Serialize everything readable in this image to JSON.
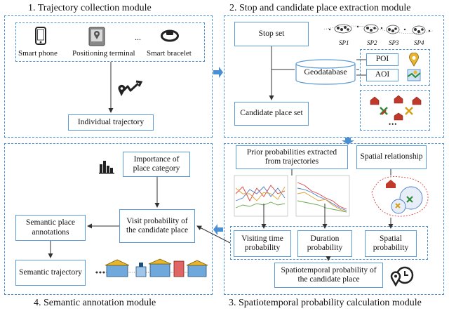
{
  "modules": {
    "m1_title": "1. Trajectory collection module",
    "m2_title": "2. Stop and candidate place extraction module",
    "m3_title": "3. Spatiotemporal probability calculation module",
    "m4_title": "4. Semantic annotation module"
  },
  "m1": {
    "devices": [
      "Smart phone",
      "Positioning terminal",
      "Smart bracelet"
    ],
    "ellipsis": "...",
    "individual_trajectory": "Individual trajectory"
  },
  "m2": {
    "stop_set": "Stop set",
    "geodatabase": "Geodatabase",
    "poi": "POI",
    "aoi": "AOI",
    "candidate_place_set": "Candidate place set",
    "sp_labels": [
      "SP1",
      "SP2",
      "SP3",
      "SP4"
    ],
    "dots": "•••"
  },
  "m3": {
    "prior": "Prior probabilities extracted from trajectories",
    "spatial_relationship": "Spatial relationship",
    "visiting_time": "Visiting time probability",
    "duration": "Duration probability",
    "spatial_prob": "Spatial probability",
    "spatiotemporal": "Spatiotemporal probability of the candidate place"
  },
  "m4": {
    "importance": "Importance of place category",
    "visit_prob": "Visit probability of the candidate place",
    "semantic_annotations": "Semantic place annotations",
    "semantic_trajectory": "Semantic trajectory"
  },
  "colors": {
    "border": "#4a8fd1",
    "arrow": "#4a8fd1",
    "box": "#5b9bd5"
  }
}
